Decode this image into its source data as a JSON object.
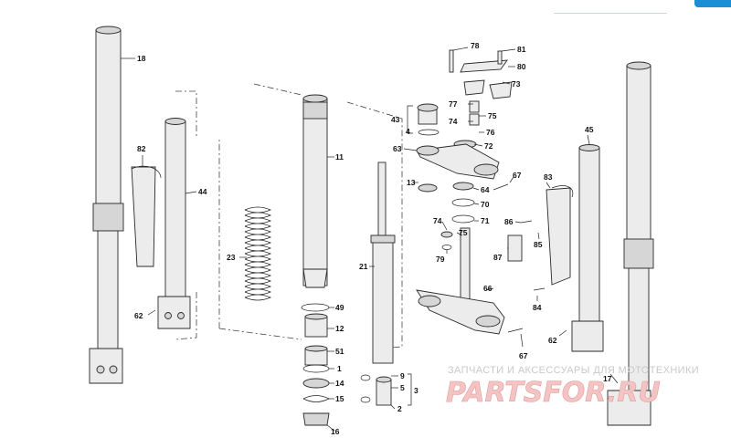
{
  "diagram": {
    "callouts": [
      "18",
      "82",
      "44",
      "23",
      "11",
      "49",
      "12",
      "51",
      "1",
      "14",
      "15",
      "16",
      "21",
      "9",
      "5",
      "3",
      "2",
      "62",
      "78",
      "81",
      "80",
      "73",
      "43",
      "4",
      "77",
      "75",
      "74",
      "76",
      "63",
      "72",
      "13",
      "64",
      "70",
      "71",
      "67",
      "86",
      "85",
      "83",
      "45",
      "87",
      "79",
      "66",
      "84",
      "17"
    ],
    "watermark": {
      "subtitle": "ЗАПЧАСТИ И АКСЕССУАРЫ ДЛЯ МОТОТЕХНИКИ",
      "logo": "PARTSFOR.RU"
    }
  }
}
